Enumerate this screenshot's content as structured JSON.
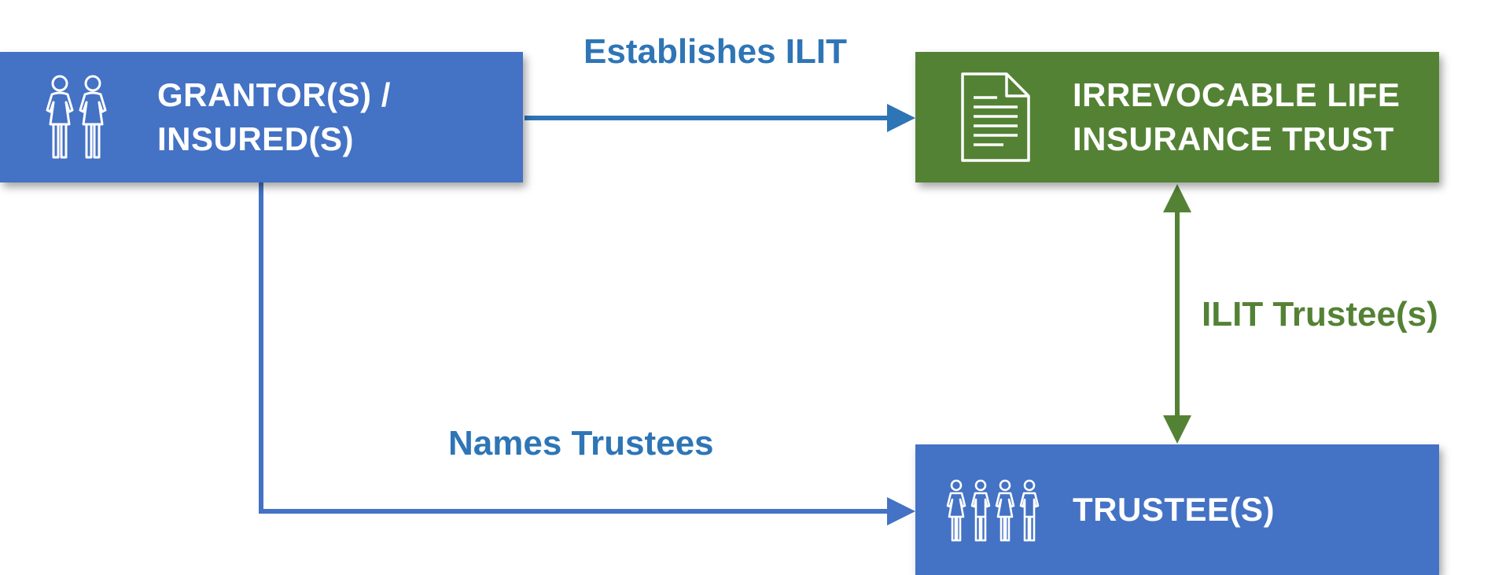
{
  "nodes": {
    "grantor": {
      "label": "GRANTOR(S) /\nINSURED(S)",
      "icon": "two-people-icon"
    },
    "trust": {
      "label": "IRREVOCABLE LIFE\nINSURANCE TRUST",
      "icon": "document-icon"
    },
    "trustee": {
      "label": "TRUSTEE(S)",
      "icon": "four-people-icon"
    }
  },
  "edges": {
    "establishes": {
      "label": "Establishes ILIT",
      "from": "grantor",
      "to": "trust"
    },
    "names": {
      "label": "Names Trustees",
      "from": "grantor",
      "to": "trustee"
    },
    "ilit_trustees": {
      "label": "ILIT Trustee(s)",
      "from": "trust",
      "to": "trustee",
      "bidirectional": true
    }
  },
  "colors": {
    "blue_box": "#4472c4",
    "green_box": "#548235",
    "blue_text": "#2e75b6",
    "green_text": "#548235",
    "blue_line": "#4472c4",
    "green_line": "#548235"
  }
}
